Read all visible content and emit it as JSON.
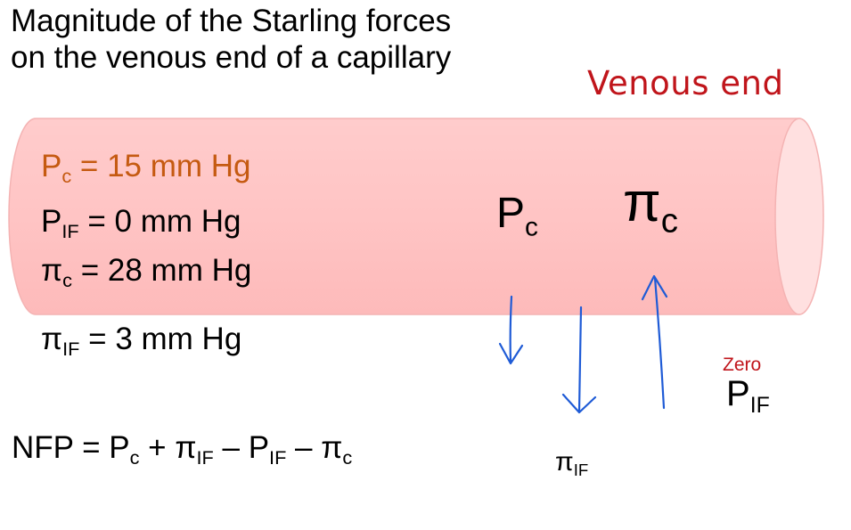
{
  "title": {
    "line1": "Magnitude of the Starling forces",
    "line2": "on the venous end of a capillary"
  },
  "venous_label": "Venous end",
  "values": {
    "pc": {
      "symbol": "P",
      "sub": "c",
      "rest": " = 15 mm Hg"
    },
    "pif": {
      "symbol": "P",
      "sub": "IF",
      "rest": " = 0 mm Hg"
    },
    "pic": {
      "symbol": "π",
      "sub": "c",
      "rest": " = 28 mm Hg"
    },
    "piif": {
      "symbol": "π",
      "sub": "IF",
      "rest": " = 3 mm Hg"
    }
  },
  "diagram": {
    "pc": {
      "symbol": "P",
      "sub": "c"
    },
    "pic": {
      "symbol": "π",
      "sub": "c"
    },
    "zero": "Zero",
    "pif": {
      "symbol": "P",
      "sub": "IF"
    },
    "piif": {
      "symbol": "π",
      "sub": "IF"
    }
  },
  "equation": {
    "p1": "NFP = P",
    "s1": "c",
    "p2": " + π",
    "s2": "IF",
    "p3": " – P",
    "s3": "IF",
    "p4": " – π",
    "s4": "c"
  },
  "colors": {
    "tube_fill": "#ffc7c7",
    "tube_end": "#ffe0e0",
    "venous_red": "#c0151b",
    "pc_orange": "#c55a11",
    "arrow_blue": "#1f5bd6"
  }
}
